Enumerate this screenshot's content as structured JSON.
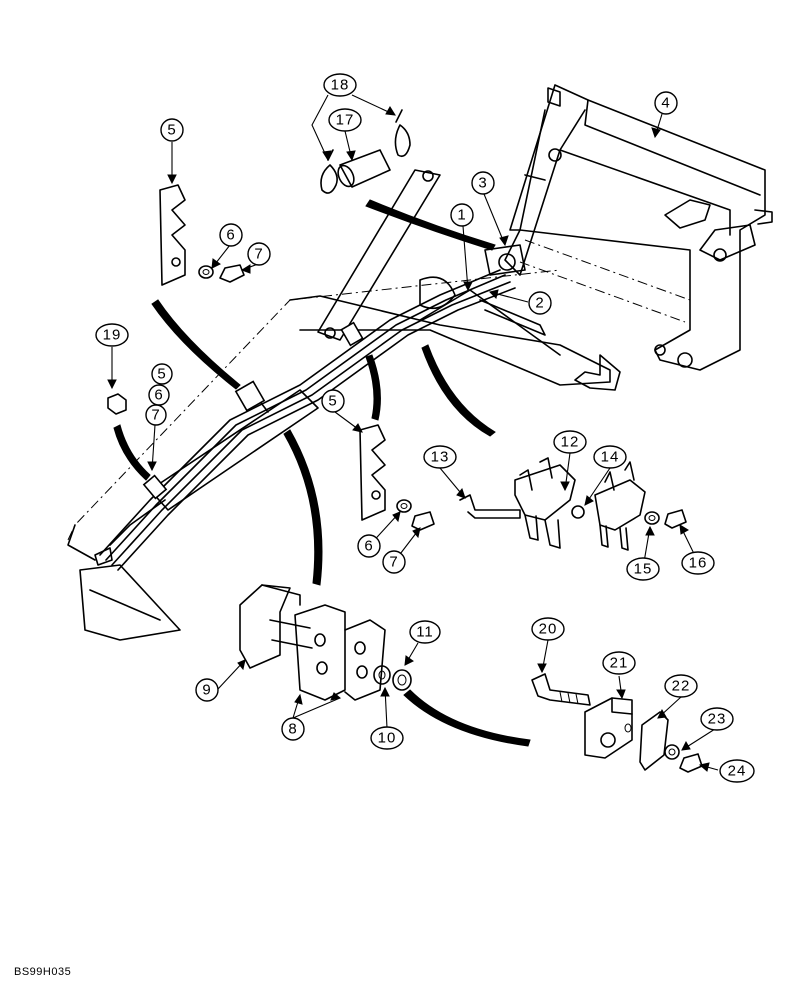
{
  "figure_id": "BS99H035",
  "callouts": [
    {
      "label": "1"
    },
    {
      "label": "2"
    },
    {
      "label": "3"
    },
    {
      "label": "4"
    },
    {
      "label": "5"
    },
    {
      "label": "6"
    },
    {
      "label": "7"
    },
    {
      "label": "17"
    },
    {
      "label": "18"
    },
    {
      "label": "19"
    },
    {
      "label": "5"
    },
    {
      "label": "6"
    },
    {
      "label": "7"
    },
    {
      "label": "5"
    },
    {
      "label": "6"
    },
    {
      "label": "7"
    },
    {
      "label": "13"
    },
    {
      "label": "12"
    },
    {
      "label": "14"
    },
    {
      "label": "15"
    },
    {
      "label": "16"
    },
    {
      "label": "11"
    },
    {
      "label": "9"
    },
    {
      "label": "8"
    },
    {
      "label": "10"
    },
    {
      "label": "20"
    },
    {
      "label": "21"
    },
    {
      "label": "22"
    },
    {
      "label": "23"
    },
    {
      "label": "24"
    }
  ]
}
